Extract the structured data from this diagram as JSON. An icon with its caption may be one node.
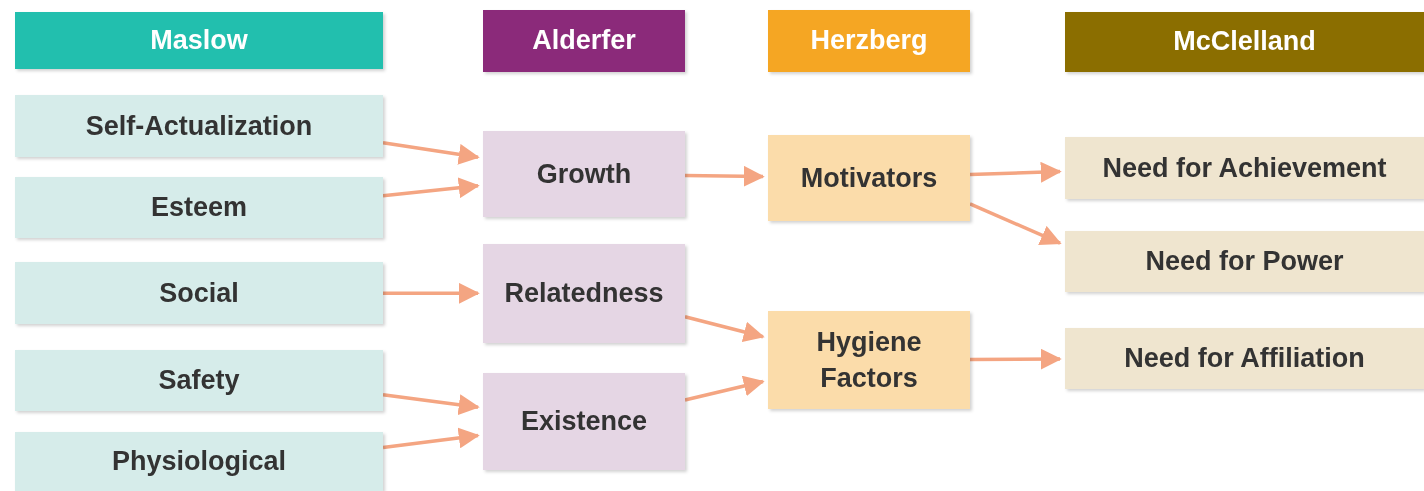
{
  "diagram": {
    "nodes": [
      {
        "text": [
          "Maslow"
        ]
      },
      {
        "text": [
          "Alderfer"
        ]
      },
      {
        "text": [
          "Herzberg"
        ]
      },
      {
        "text": [
          "McClelland"
        ]
      },
      {
        "text": [
          "Self-Actualization"
        ]
      },
      {
        "text": [
          "Esteem"
        ]
      },
      {
        "text": [
          "Social"
        ]
      },
      {
        "text": [
          "Safety"
        ]
      },
      {
        "text": [
          "Physiological"
        ]
      },
      {
        "text": [
          "Growth"
        ]
      },
      {
        "text": [
          "Relatedness"
        ]
      },
      {
        "text": [
          "Existence"
        ]
      },
      {
        "text": [
          "Motivators"
        ]
      },
      {
        "text": [
          "Hygiene Factors"
        ]
      },
      {
        "text": [
          "Need for Achievement"
        ]
      },
      {
        "text": [
          "Need for Power"
        ]
      },
      {
        "text": [
          "Need for Affiliation"
        ]
      }
    ],
    "edges": [
      {
        "from": 4,
        "to": 9,
        "arrow": "to"
      },
      {
        "from": 5,
        "to": 9,
        "arrow": "to"
      },
      {
        "from": 6,
        "to": 10,
        "arrow": "to"
      },
      {
        "from": 7,
        "to": 11,
        "arrow": "to"
      },
      {
        "from": 8,
        "to": 11,
        "arrow": "to"
      },
      {
        "from": 9,
        "to": 12,
        "arrow": "to"
      },
      {
        "from": 10,
        "to": 13,
        "arrow": "to"
      },
      {
        "from": 11,
        "to": 13,
        "arrow": "to"
      },
      {
        "from": 12,
        "to": 14,
        "arrow": "to"
      },
      {
        "from": 12,
        "to": 15,
        "arrow": "to"
      },
      {
        "from": 13,
        "to": 16,
        "arrow": "to"
      }
    ]
  }
}
